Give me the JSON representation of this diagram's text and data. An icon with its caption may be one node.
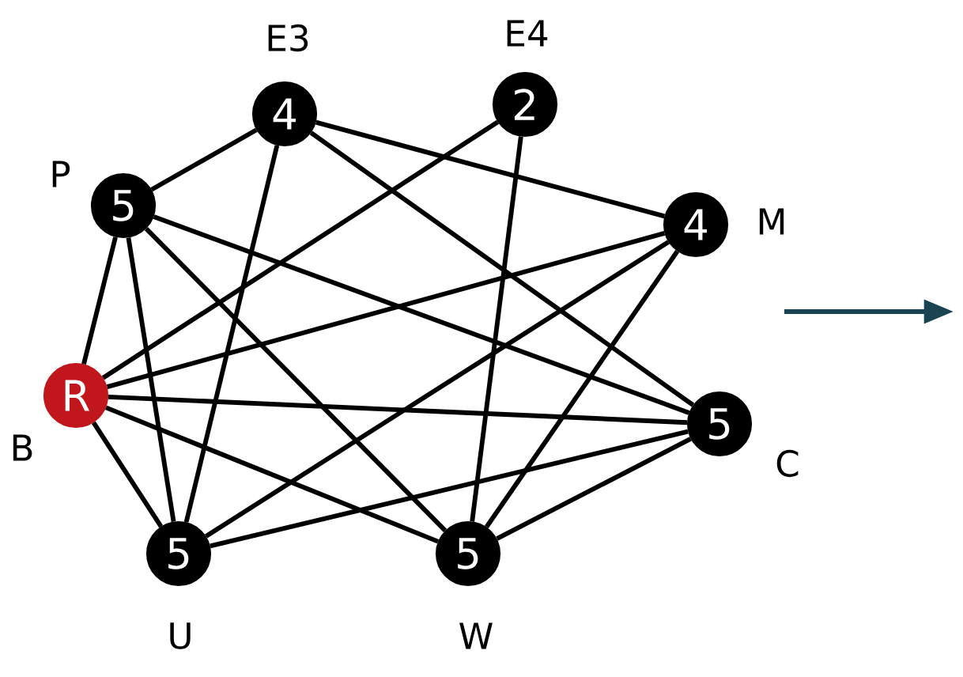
{
  "diagram": {
    "nodes": [
      {
        "text": [
          "5"
        ],
        "beside": [
          "P"
        ]
      },
      {
        "text": [
          "4"
        ],
        "beside": [
          "E3"
        ]
      },
      {
        "text": [
          "2"
        ],
        "beside": [
          "E4"
        ]
      },
      {
        "text": [
          "4"
        ],
        "beside": [
          "M"
        ]
      },
      {
        "text": [
          "R"
        ],
        "beside": [
          "B"
        ]
      },
      {
        "text": [
          "5"
        ],
        "beside": [
          "C"
        ]
      },
      {
        "text": [
          "5"
        ],
        "beside": [
          "U"
        ]
      },
      {
        "text": [
          "5"
        ],
        "beside": [
          "W"
        ]
      }
    ],
    "edges": [
      {
        "from": 0,
        "to": 1,
        "arrow": "none"
      },
      {
        "from": 0,
        "to": 4,
        "arrow": "none"
      },
      {
        "from": 0,
        "to": 6,
        "arrow": "none"
      },
      {
        "from": 0,
        "to": 7,
        "arrow": "none"
      },
      {
        "from": 0,
        "to": 5,
        "arrow": "none"
      },
      {
        "from": 1,
        "to": 3,
        "arrow": "none"
      },
      {
        "from": 1,
        "to": 5,
        "arrow": "none"
      },
      {
        "from": 1,
        "to": 6,
        "arrow": "none"
      },
      {
        "from": 2,
        "to": 4,
        "arrow": "none"
      },
      {
        "from": 2,
        "to": 7,
        "arrow": "none"
      },
      {
        "from": 3,
        "to": 4,
        "arrow": "none"
      },
      {
        "from": 3,
        "to": 6,
        "arrow": "none"
      },
      {
        "from": 3,
        "to": 7,
        "arrow": "none"
      },
      {
        "from": 4,
        "to": 5,
        "arrow": "none"
      },
      {
        "from": 4,
        "to": 6,
        "arrow": "none"
      },
      {
        "from": 4,
        "to": 7,
        "arrow": "none"
      },
      {
        "from": 5,
        "to": 6,
        "arrow": "none"
      },
      {
        "from": 5,
        "to": 7,
        "arrow": "none"
      }
    ]
  }
}
